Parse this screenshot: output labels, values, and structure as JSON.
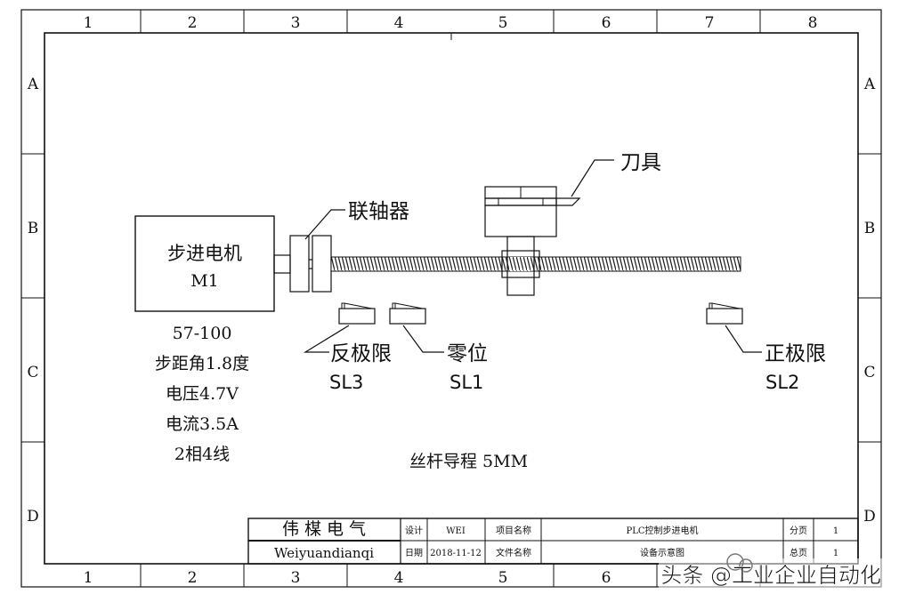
{
  "frame": {
    "columns": [
      "1",
      "2",
      "3",
      "4",
      "5",
      "6",
      "7",
      "8"
    ],
    "rows": [
      "A",
      "B",
      "C",
      "D"
    ]
  },
  "motor": {
    "name": "步进电机",
    "id": "M1",
    "specs": [
      "57-100",
      "步距角1.8度",
      "电压4.7V",
      "电流3.5A",
      "2相4线"
    ]
  },
  "labels": {
    "coupling": "联轴器",
    "tool": "刀具",
    "neg_limit": "反极限",
    "neg_limit_id": "SL3",
    "zero": "零位",
    "zero_id": "SL1",
    "pos_limit": "正极限",
    "pos_limit_id": "SL2",
    "lead": "丝杆导程   5MM"
  },
  "title_block": {
    "company": "伟 楳 电 气",
    "company_pinyin": "Weiyuandianqi",
    "design_label": "设计",
    "design_value": "WEI",
    "date_label": "日期",
    "date_value": "2018-11-12",
    "project_label": "项目名称",
    "project_value": "PLC控制步进电机",
    "file_label": "文件名称",
    "file_value": "设备示意图",
    "sheet_label": "分页",
    "sheet_value": "1",
    "total_label": "总页",
    "total_value": "1"
  },
  "watermark": "头条 @工业企业自动化"
}
